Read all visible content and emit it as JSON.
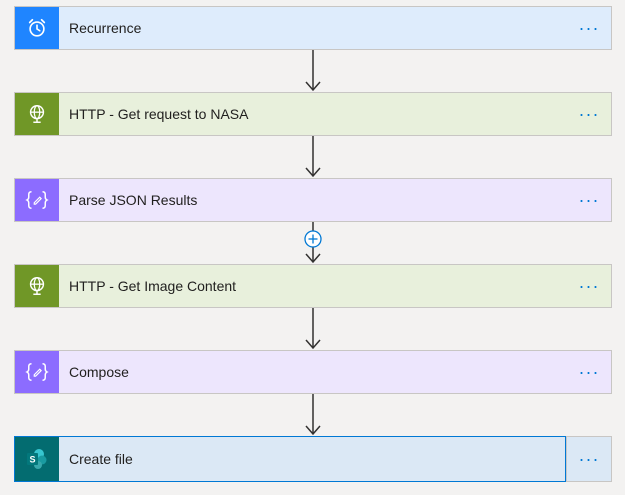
{
  "flow": {
    "steps": [
      {
        "title": "Recurrence",
        "icon": "alarm-clock-icon",
        "menu": "···"
      },
      {
        "title": "HTTP - Get request to NASA",
        "icon": "globe-icon",
        "menu": "···"
      },
      {
        "title": "Parse JSON Results",
        "icon": "curly-braces-icon",
        "menu": "···"
      },
      {
        "title": "HTTP - Get Image Content",
        "icon": "globe-icon",
        "menu": "···"
      },
      {
        "title": "Compose",
        "icon": "curly-braces-icon",
        "menu": "···"
      },
      {
        "title": "Create file",
        "icon": "sharepoint-icon",
        "menu": "···"
      }
    ]
  },
  "colors": {
    "recurrence": "#1f85ff",
    "http": "#709727",
    "json": "#8c6cff",
    "sharepoint": "#036c70",
    "accent": "#0078d4"
  }
}
